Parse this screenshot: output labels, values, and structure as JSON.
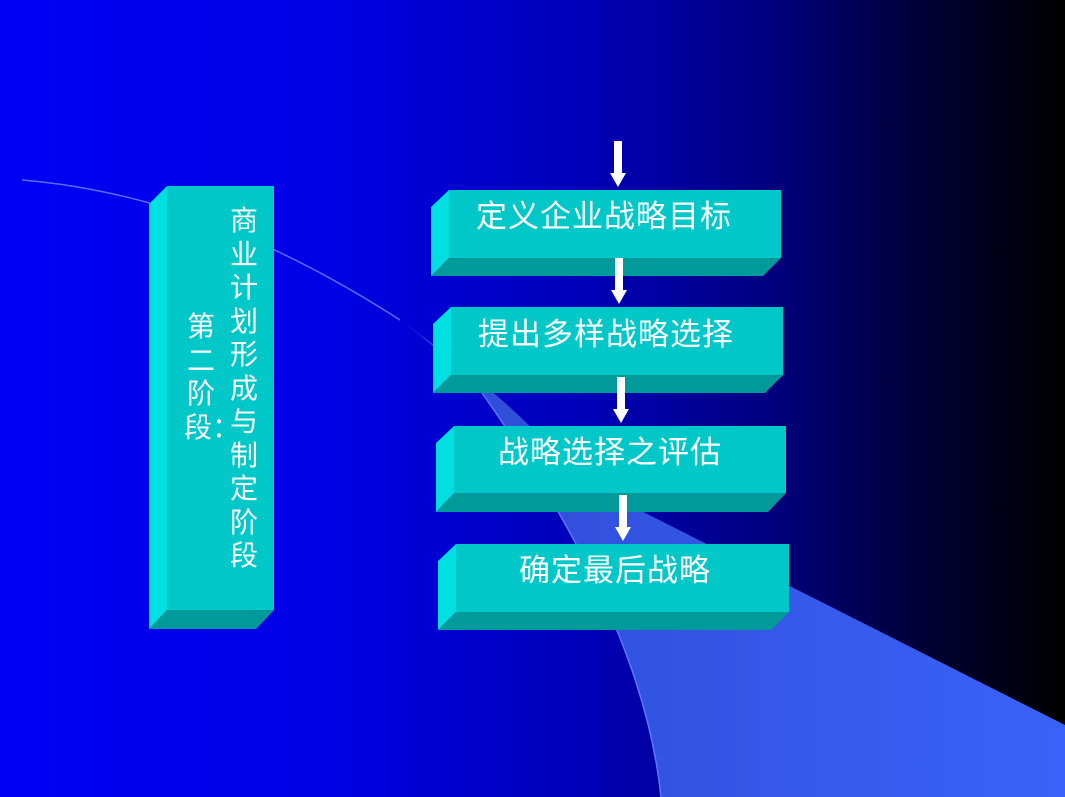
{
  "slide": {
    "colors": {
      "background_left": "#0000f4",
      "background_right": "#000000",
      "wedge": "#3a5cf0",
      "box_front": "#00c8c8",
      "box_left_face": "#00e0e0",
      "box_bottom_face": "#009a9a",
      "text": "#ffffff",
      "arrow": "#ffffff"
    },
    "stage_box": {
      "title_line1": "第二阶段：",
      "title_line2": "商业计划形成与制定阶段"
    },
    "flow_steps": [
      {
        "label": "定义企业战略目标"
      },
      {
        "label": "提出多样战略选择"
      },
      {
        "label": "战略选择之评估"
      },
      {
        "label": "确定最后战略"
      }
    ],
    "arrows": [
      {
        "icon": "down-arrow-icon",
        "from": "top",
        "to": "step-1"
      },
      {
        "icon": "down-arrow-icon",
        "from": "step-1",
        "to": "step-2"
      },
      {
        "icon": "down-arrow-icon",
        "from": "step-2",
        "to": "step-3"
      },
      {
        "icon": "down-arrow-icon",
        "from": "step-3",
        "to": "step-4"
      }
    ]
  }
}
